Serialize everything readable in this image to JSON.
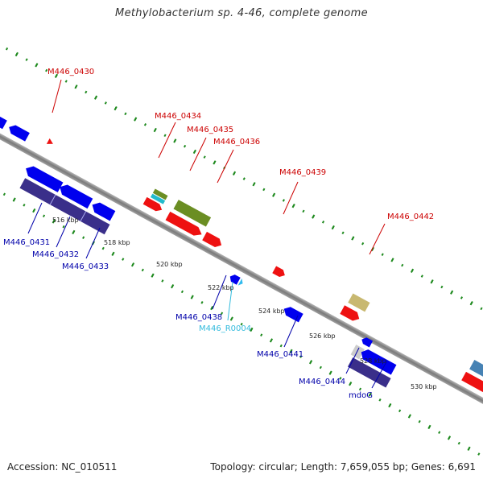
{
  "title": "Methylobacterium sp. 4-46, complete genome",
  "footer": {
    "accession": "Accession: NC_010511",
    "summary": "Topology: circular; Length: 7,659,055 bp; Genes: 6,691"
  },
  "colors": {
    "backbone": "#8a8a8a",
    "tick_dots": "#1f8a1f",
    "forward_label": "#cc0000",
    "reverse_label": "#0000aa",
    "rna_label": "#33bbdd"
  },
  "ticks": [
    "516 kbp",
    "518 kbp",
    "520 kbp",
    "522 kbp",
    "524 kbp",
    "526 kbp",
    "528 kbp",
    "530 kbp"
  ],
  "labels_forward": [
    "M446_0430",
    "M446_0434",
    "M446_0435",
    "M446_0436",
    "M446_0439",
    "M446_0442"
  ],
  "labels_reverse": [
    "M446_0431",
    "M446_0432",
    "M446_0433",
    "M446_0438",
    "M446_R0004",
    "M446_0441",
    "M446_0444",
    "mdoG"
  ]
}
